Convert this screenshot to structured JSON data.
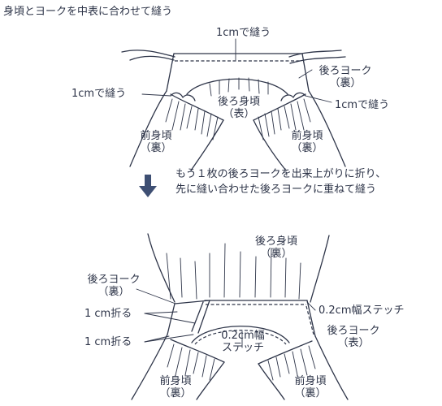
{
  "step1": {
    "title": "身頃とヨークを中表に合わせて縫う",
    "seam_top": "1cmで縫う",
    "seam_left": "1cmで縫う",
    "seam_right": "1cmで縫う",
    "back_yoke": [
      "後ろヨーク",
      "（裏）"
    ],
    "back_body": [
      "後ろ身頃",
      "（表）"
    ],
    "front_left": [
      "前身頃",
      "（裏）"
    ],
    "front_right": [
      "前身頃",
      "（裏）"
    ]
  },
  "instruction": [
    "もう１枚の後ろヨークを出来上がりに折り、",
    "先に縫い合わせた後ろヨークに重ねて縫う"
  ],
  "step2": {
    "back_body": [
      "後ろ身頃",
      "（裏）"
    ],
    "back_yoke_inner": [
      "後ろヨーク",
      "（裏）"
    ],
    "fold_upper": "1 cm折る",
    "fold_lower": "1 cm折る",
    "stitch_right": "0.2cm幅ステッチ",
    "stitch_center": [
      "0.2cm幅",
      "ステッチ"
    ],
    "back_yoke_outer": [
      "後ろヨーク",
      "（表）"
    ],
    "front_left": [
      "前身頃",
      "（裏）"
    ],
    "front_right": [
      "前身頃",
      "（裏）"
    ]
  },
  "colors": {
    "line": "#2d3448",
    "arrow": "#3e4f73"
  }
}
